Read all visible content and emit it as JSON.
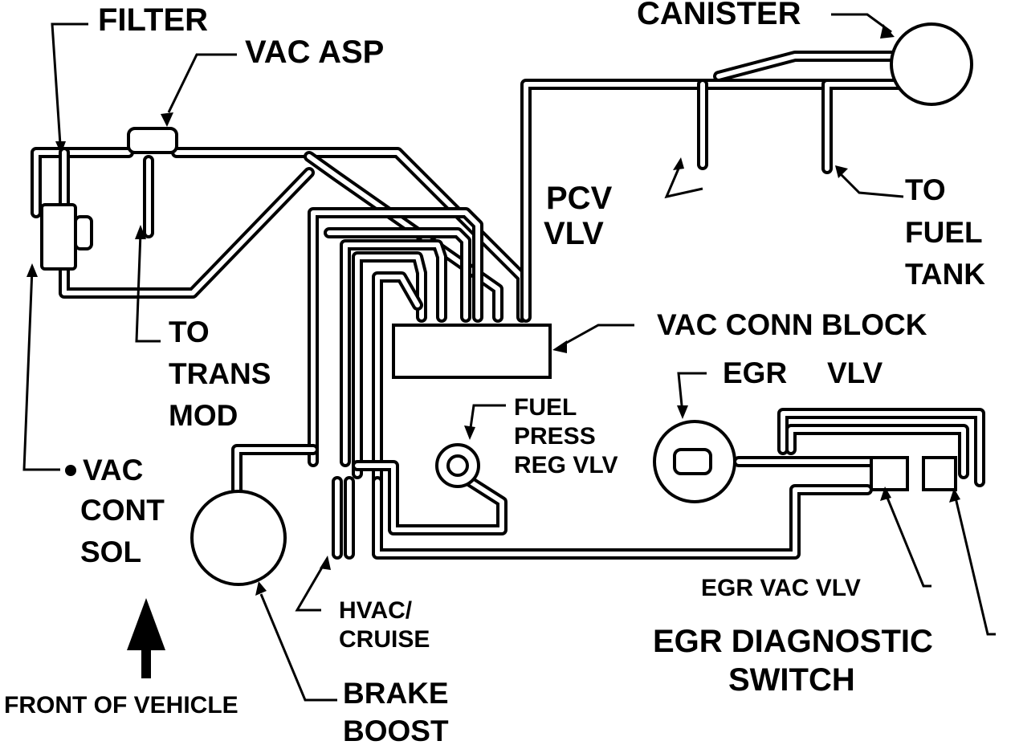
{
  "colors": {
    "ink": "#000000",
    "paper": "#ffffff"
  },
  "labels": {
    "filter": "FILTER",
    "vac_asp": "VAC ASP",
    "canister": "CANISTER",
    "pcv": [
      "PCV",
      "VLV"
    ],
    "to_fuel_tank": [
      "TO",
      "FUEL",
      "TANK"
    ],
    "vac_conn_block": "VAC CONN BLOCK",
    "egr_vlv": [
      "EGR",
      "VLV"
    ],
    "fuel_press_reg": [
      "FUEL",
      "PRESS",
      "REG VLV"
    ],
    "to_trans_mod": [
      "TO",
      "TRANS",
      "MOD"
    ],
    "vac_cont_sol": [
      "VAC",
      "CONT",
      "SOL"
    ],
    "hvac_cruise": [
      "HVAC/",
      "CRUISE"
    ],
    "egr_vac_vlv": "EGR VAC VLV",
    "egr_diag_switch": [
      "EGR DIAGNOSTIC",
      "SWITCH"
    ],
    "brake_boost": [
      "BRAKE",
      "BOOST"
    ],
    "front_of_vehicle": "FRONT OF VEHICLE"
  }
}
